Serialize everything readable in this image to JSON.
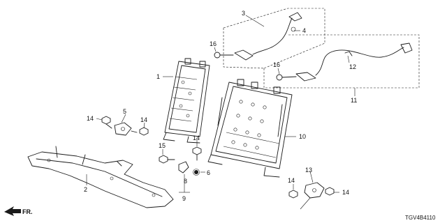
{
  "diagram_code": "TGV4B4110",
  "direction_label": "FR.",
  "callouts": [
    {
      "id": "c1",
      "text": "1"
    },
    {
      "id": "c2",
      "text": "2"
    },
    {
      "id": "c3",
      "text": "3"
    },
    {
      "id": "c4",
      "text": "4"
    },
    {
      "id": "c5",
      "text": "5"
    },
    {
      "id": "c6",
      "text": "6"
    },
    {
      "id": "c8",
      "text": "8"
    },
    {
      "id": "c9",
      "text": "9"
    },
    {
      "id": "c10",
      "text": "10"
    },
    {
      "id": "c11",
      "text": "11"
    },
    {
      "id": "c12",
      "text": "12"
    },
    {
      "id": "c13",
      "text": "13"
    },
    {
      "id": "c14a",
      "text": "14"
    },
    {
      "id": "c14b",
      "text": "14"
    },
    {
      "id": "c14c",
      "text": "14"
    },
    {
      "id": "c14d",
      "text": "14"
    },
    {
      "id": "c14e",
      "text": "14"
    },
    {
      "id": "c15",
      "text": "15"
    },
    {
      "id": "c16a",
      "text": "16"
    },
    {
      "id": "c16b",
      "text": "16"
    }
  ]
}
